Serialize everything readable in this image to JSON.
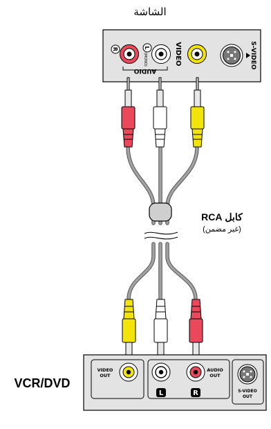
{
  "title": "الشاشة",
  "top_panel": {
    "rotated_labels": {
      "r_label": "R",
      "l_label": "L",
      "mono_label": "(MONO)",
      "audio_label": "AUDIO",
      "video_label": "VIDEO",
      "svideo_label": "S-VIDEO"
    }
  },
  "cable": {
    "name": "كابل RCA",
    "note": "(غير مضمن)"
  },
  "bottom_device": {
    "name": "VCR/DVD",
    "video_out_line1": "VIDEO",
    "video_out_line2": "OUT",
    "audio_out_line1": "AUDIO",
    "audio_out_line2": "OUT",
    "l_badge": "L",
    "r_badge": "R",
    "svideo_out_line1": "S-VIDEO",
    "svideo_out_line2": "OUT"
  },
  "colors": {
    "panel": "#e3e3e3",
    "red_plug": "#e9495b",
    "yellow_plug": "#f2e40b",
    "white_plug": "#ffffff",
    "cable_gray": "#a2a2a2"
  }
}
